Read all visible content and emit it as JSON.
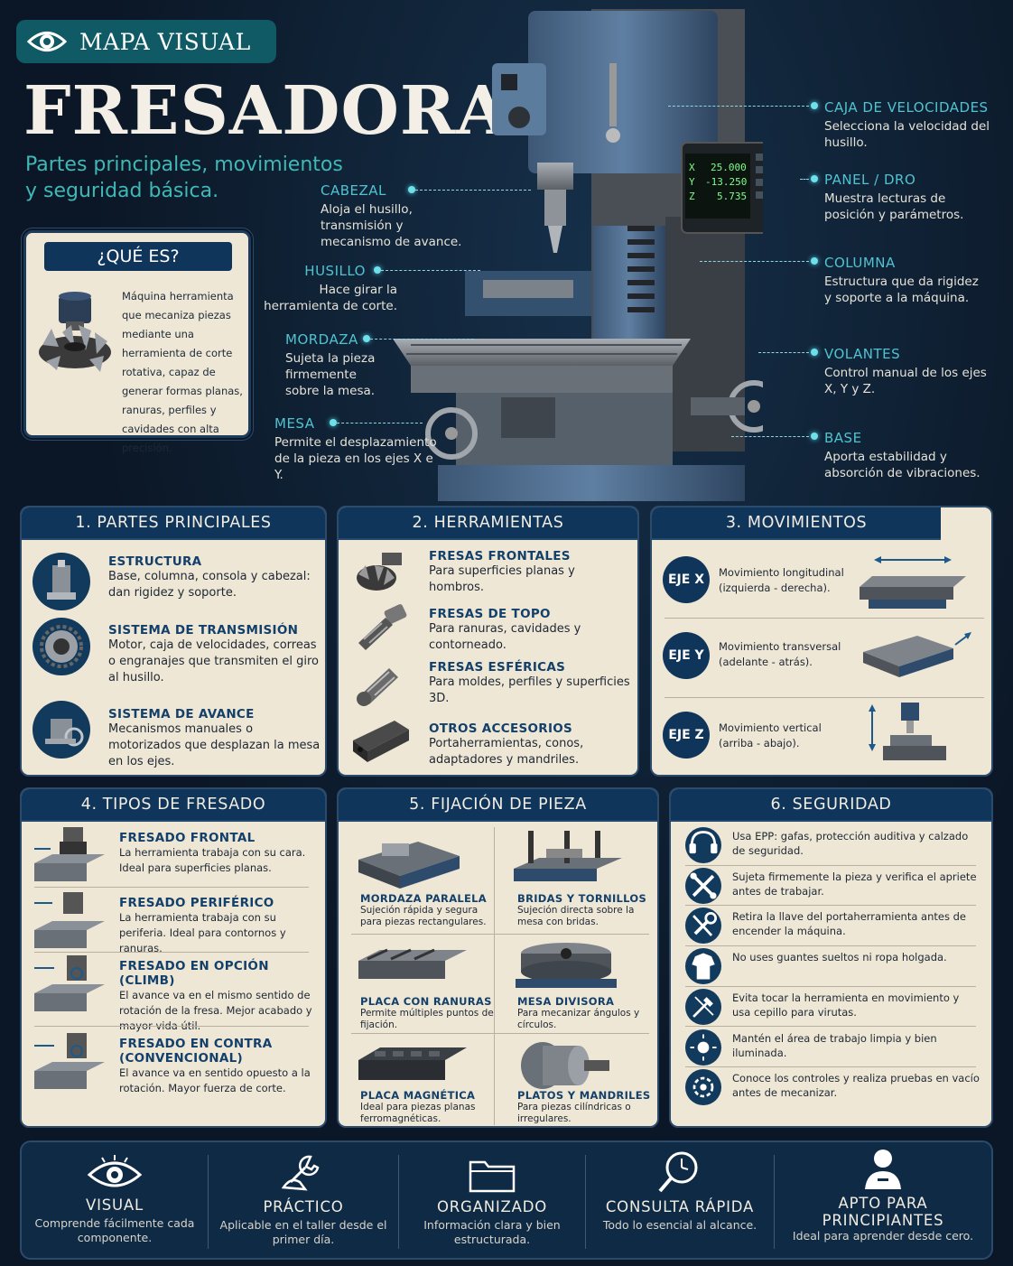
{
  "header": {
    "badge": "MAPA VISUAL",
    "title": "FRESADORA",
    "subtitle": "Partes principales, movimientos y seguridad básica."
  },
  "whatis": {
    "title": "¿QUÉ ES?",
    "text": "Máquina herramienta que mecaniza piezas mediante una herramienta de corte rotativa, capaz de generar formas planas, ranuras, perfiles y cavidades con alta precisión."
  },
  "dro": {
    "x_label": "X",
    "x_value": "25.000",
    "y_label": "Y",
    "y_value": "-13.250",
    "z_label": "Z",
    "z_value": "5.735"
  },
  "callouts": {
    "cabezal": {
      "title": "CABEZAL",
      "text": "Aloja el husillo, transmisión y mecanismo de avance."
    },
    "husillo": {
      "title": "HUSILLO",
      "text": "Hace girar la herramienta de corte."
    },
    "mordaza": {
      "title": "MORDAZA",
      "text": "Sujeta la pieza firmemente sobre la mesa."
    },
    "mesa": {
      "title": "MESA",
      "text": "Permite el desplazamiento de la pieza en los ejes X e Y."
    },
    "caja": {
      "title": "CAJA DE VELOCIDADES",
      "text": "Selecciona la velocidad del husillo."
    },
    "panel": {
      "title": "PANEL / DRO",
      "text": "Muestra lecturas de posición y parámetros."
    },
    "columna": {
      "title": "COLUMNA",
      "text": "Estructura que da rigidez y soporte a la máquina."
    },
    "volantes": {
      "title": "VOLANTES",
      "text": "Control manual de los ejes X, Y y Z."
    },
    "base": {
      "title": "BASE",
      "text": "Aporta estabilidad y absorción de vibraciones."
    }
  },
  "partes": {
    "title": "1. PARTES PRINCIPALES",
    "items": [
      {
        "title": "ESTRUCTURA",
        "text": "Base, columna, consola y cabezal: dan rigidez y soporte."
      },
      {
        "title": "SISTEMA DE TRANSMISIÓN",
        "text": "Motor, caja de velocidades, correas o engranajes que transmiten el giro al husillo."
      },
      {
        "title": "SISTEMA DE AVANCE",
        "text": "Mecanismos manuales o motorizados que desplazan la mesa en los ejes."
      }
    ]
  },
  "herramientas": {
    "title": "2. HERRAMIENTAS",
    "items": [
      {
        "title": "FRESAS FRONTALES",
        "text": "Para superficies planas y hombros."
      },
      {
        "title": "FRESAS DE TOPO",
        "text": "Para ranuras, cavidades y contorneado."
      },
      {
        "title": "FRESAS ESFÉRICAS",
        "text": "Para moldes, perfiles y superficies 3D."
      },
      {
        "title": "OTROS ACCESORIOS",
        "text": "Portaherramientas, conos, adaptadores y mandriles."
      }
    ]
  },
  "movimientos": {
    "title": "3. MOVIMIENTOS",
    "items": [
      {
        "axis": "EJE X",
        "text": "Movimiento longitudinal (izquierda - derecha)."
      },
      {
        "axis": "EJE Y",
        "text": "Movimiento transversal (adelante - atrás)."
      },
      {
        "axis": "EJE Z",
        "text": "Movimiento vertical (arriba - abajo)."
      }
    ]
  },
  "tipos": {
    "title": "4. TIPOS DE FRESADO",
    "items": [
      {
        "title": "FRESADO FRONTAL",
        "text": "La herramienta trabaja con su cara. Ideal para superficies planas."
      },
      {
        "title": "FRESADO PERIFÉRICO",
        "text": "La herramienta trabaja con su periferia. Ideal para contornos y ranuras."
      },
      {
        "title": "FRESADO EN OPCIÓN (CLIMB)",
        "text": "El avance va en el mismo sentido de rotación de la fresa. Mejor acabado y mayor vida útil."
      },
      {
        "title": "FRESADO EN CONTRA (CONVENCIONAL)",
        "text": "El avance va en sentido opuesto a la rotación. Mayor fuerza de corte."
      }
    ]
  },
  "fijacion": {
    "title": "5. FIJACIÓN DE PIEZA",
    "items": [
      {
        "title": "MORDAZA PARALELA",
        "text": "Sujeción rápida y segura para piezas rectangulares."
      },
      {
        "title": "BRIDAS Y TORNILLOS",
        "text": "Sujeción directa sobre la mesa con bridas."
      },
      {
        "title": "PLACA CON RANURAS",
        "text": "Permite múltiples puntos de fijación."
      },
      {
        "title": "MESA DIVISORA",
        "text": "Para mecanizar ángulos y círculos."
      },
      {
        "title": "PLACA MAGNÉTICA",
        "text": "Ideal para piezas planas ferromagnéticas."
      },
      {
        "title": "PLATOS Y MANDRILES",
        "text": "Para piezas cilíndricas o irregulares."
      }
    ]
  },
  "seguridad": {
    "title": "6. SEGURIDAD",
    "items": [
      {
        "text": "Usa EPP: gafas, protección auditiva y calzado de seguridad."
      },
      {
        "text": "Sujeta firmemente la pieza y verifica el apriete antes de trabajar."
      },
      {
        "text": "Retira la llave del portaherramienta antes de encender la máquina."
      },
      {
        "text": "No uses guantes sueltos ni ropa holgada."
      },
      {
        "text": "Evita tocar la herramienta en movimiento y usa cepillo para virutas."
      },
      {
        "text": "Mantén el área de trabajo limpia y bien iluminada."
      },
      {
        "text": "Conoce los controles y realiza pruebas en vacío antes de mecanizar."
      }
    ]
  },
  "footer": [
    {
      "title": "VISUAL",
      "text": "Comprende fácilmente cada componente."
    },
    {
      "title": "PRÁCTICO",
      "text": "Aplicable en el taller desde el primer día."
    },
    {
      "title": "ORGANIZADO",
      "text": "Información clara y bien estructurada."
    },
    {
      "title": "CONSULTA RÁPIDA",
      "text": "Todo lo esencial al alcance."
    },
    {
      "title": "APTO PARA PRINCIPIANTES",
      "text": "Ideal para aprender desde cero."
    }
  ]
}
